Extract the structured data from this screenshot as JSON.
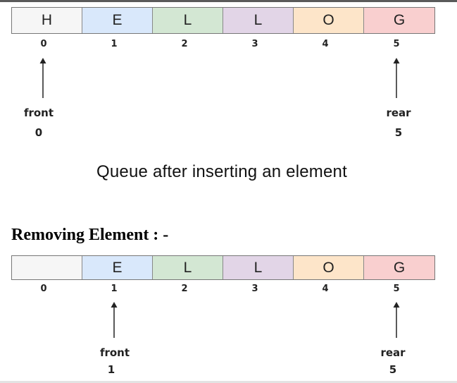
{
  "diagram1": {
    "cells": [
      "H",
      "E",
      "L",
      "L",
      "O",
      "G"
    ],
    "cell_colors": [
      "#f6f6f6",
      "#d9e8fb",
      "#d3e7d3",
      "#e2d5e7",
      "#fde5c9",
      "#f9cfcf"
    ],
    "indices": [
      "0",
      "1",
      "2",
      "3",
      "4",
      "5"
    ],
    "front": {
      "label": "front",
      "value": "0"
    },
    "rear": {
      "label": "rear",
      "value": "5"
    },
    "caption": "Queue after inserting an element"
  },
  "section_heading": "Removing Element : -",
  "diagram2": {
    "cells": [
      "",
      "E",
      "L",
      "L",
      "O",
      "G"
    ],
    "cell_colors": [
      "#f6f6f6",
      "#d9e8fb",
      "#d3e7d3",
      "#e2d5e7",
      "#fde5c9",
      "#f9cfcf"
    ],
    "indices": [
      "0",
      "1",
      "2",
      "3",
      "4",
      "5"
    ],
    "front": {
      "label": "front",
      "value": "1"
    },
    "rear": {
      "label": "rear",
      "value": "5"
    }
  }
}
